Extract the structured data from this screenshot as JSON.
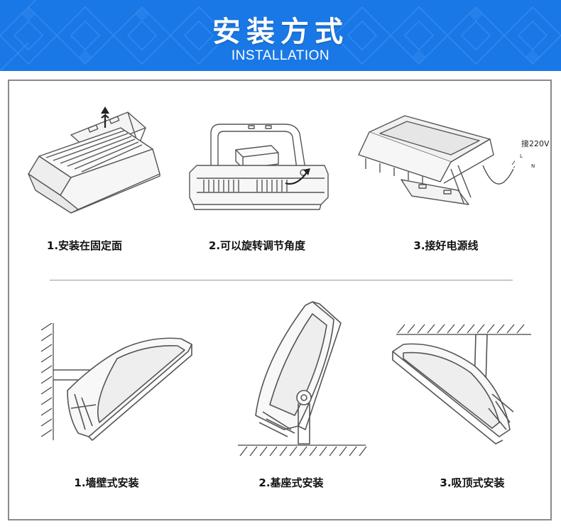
{
  "header": {
    "title": "安装方式",
    "subtitle": "INSTALLATION"
  },
  "steps": [
    {
      "caption": "1.安装在固定面"
    },
    {
      "caption": "2.可以旋转调节角度"
    },
    {
      "caption": "3.接好电源线"
    }
  ],
  "wiring": {
    "voltage_label": "接220V",
    "lead_l": "L",
    "lead_n": "N"
  },
  "methods": [
    {
      "caption": "1.墙壁式安装"
    },
    {
      "caption": "2.基座式安装"
    },
    {
      "caption": "3.吸顶式安装"
    }
  ],
  "colors": {
    "banner_blue": "#1a78e6",
    "frame_gray": "#8a8a8a",
    "line_gray": "#555555"
  }
}
